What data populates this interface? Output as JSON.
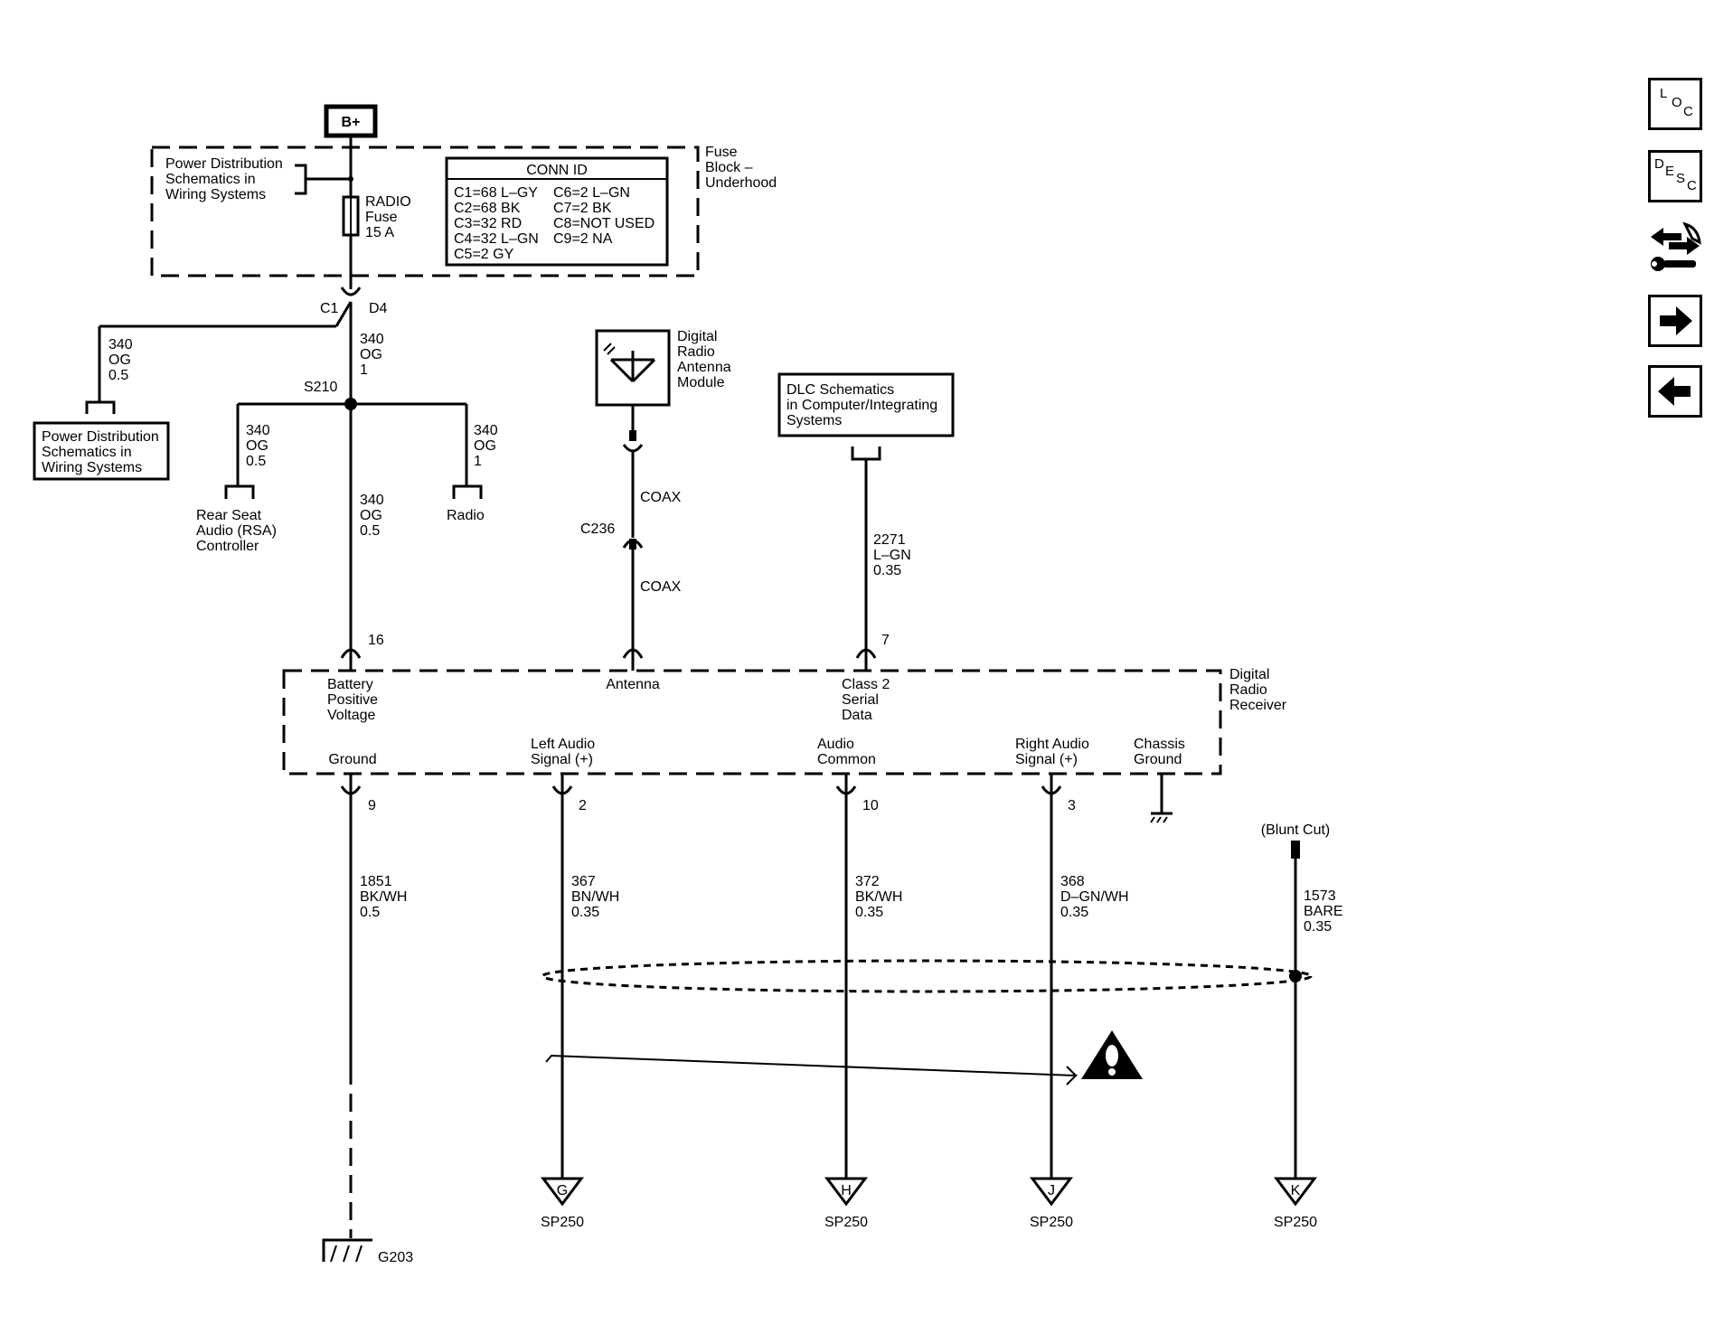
{
  "power": {
    "bplus": "B+",
    "fuse_block_label": [
      "Fuse",
      "Block –",
      "Underhood"
    ],
    "pd_ref_top": [
      "Power Distribution",
      "Schematics in",
      "Wiring Systems"
    ],
    "fuse_label": [
      "RADIO",
      "Fuse",
      "15 A"
    ],
    "conn_title": "CONN ID",
    "conn_left": [
      "C1=68 L–GY",
      "C2=68 BK",
      "C3=32 RD",
      "C4=32 L–GN",
      "C5=2 GY"
    ],
    "conn_right": [
      "C6=2 L–GN",
      "C7=2 BK",
      "C8=NOT USED",
      "C9=2 NA"
    ],
    "conn_c1": "C1",
    "conn_d4": "D4",
    "wire_branch_left": [
      "340",
      "OG",
      "0.5"
    ],
    "pd_ref_left": [
      "Power Distribution",
      "Schematics in",
      "Wiring Systems"
    ],
    "wire_main_top": [
      "340",
      "OG",
      "1"
    ],
    "splice": "S210",
    "wire_rsa": [
      "340",
      "OG",
      "0.5"
    ],
    "rsa_label": [
      "Rear Seat",
      "Audio (RSA)",
      "Controller"
    ],
    "wire_radio": [
      "340",
      "OG",
      "1"
    ],
    "radio_label": "Radio",
    "wire_main_bottom": [
      "340",
      "OG",
      "0.5"
    ]
  },
  "antenna": {
    "module_label": [
      "Digital",
      "Radio",
      "Antenna",
      "Module"
    ],
    "coax_top": "COAX",
    "connector": "C236",
    "coax_bottom": "COAX"
  },
  "dlc": {
    "ref": [
      "DLC Schematics",
      "in Computer/Integrating",
      "Systems"
    ],
    "wire": [
      "2271",
      "L–GN",
      "0.35"
    ]
  },
  "receiver": {
    "label": [
      "Digital",
      "Radio",
      "Receiver"
    ],
    "pin_bat": "16",
    "pin_class2": "7",
    "bat_label": [
      "Battery",
      "Positive",
      "Voltage"
    ],
    "antenna_label": "Antenna",
    "class2_label": [
      "Class 2",
      "Serial",
      "Data"
    ],
    "ground_label": "Ground",
    "left_audio_label": [
      "Left Audio",
      "Signal (+)"
    ],
    "audio_common_label": [
      "Audio",
      "Common"
    ],
    "right_audio_label": [
      "Right Audio",
      "Signal (+)"
    ],
    "chassis_label": [
      "Chassis",
      "Ground"
    ]
  },
  "outputs": {
    "ground": {
      "pin": "9",
      "wire": [
        "1851",
        "BK/WH",
        "0.5"
      ],
      "ground_id": "G203"
    },
    "left": {
      "pin": "2",
      "wire": [
        "367",
        "BN/WH",
        "0.35"
      ],
      "letter": "G",
      "splice": "SP250"
    },
    "common": {
      "pin": "10",
      "wire": [
        "372",
        "BK/WH",
        "0.35"
      ],
      "letter": "H",
      "splice": "SP250"
    },
    "right": {
      "pin": "3",
      "wire": [
        "368",
        "D–GN/WH",
        "0.35"
      ],
      "letter": "J",
      "splice": "SP250"
    },
    "drain": {
      "label": "(Blunt Cut)",
      "wire": [
        "1573",
        "BARE",
        "0.35"
      ],
      "letter": "K",
      "splice": "SP250"
    }
  },
  "nav": {
    "loc": [
      "L",
      "O",
      "C"
    ],
    "desc": [
      "D",
      "E",
      "S",
      "C"
    ],
    "icons": [
      "loc-icon",
      "desc-icon",
      "wrench-arrows-icon",
      "arrow-right-icon",
      "arrow-left-icon"
    ]
  }
}
